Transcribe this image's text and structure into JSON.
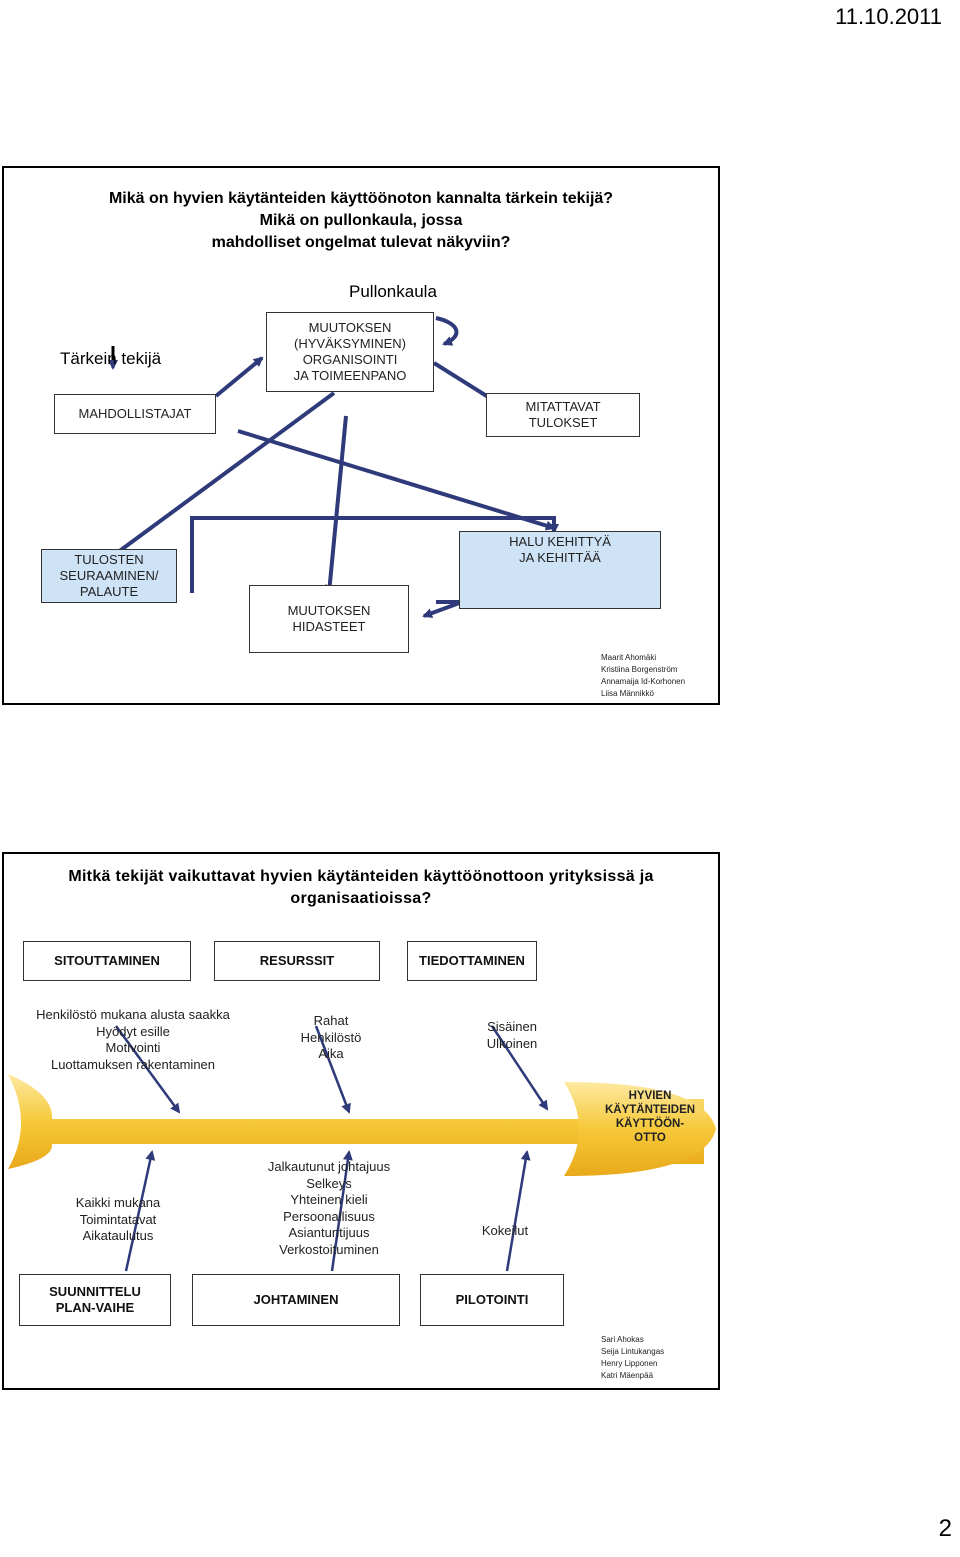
{
  "header": {
    "date": "11.10.2011"
  },
  "footer": {
    "page_number": "2"
  },
  "slide1": {
    "question": [
      "Mikä on hyvien käytänteiden käyttöönoton kannalta tärkein tekijä?",
      "Mikä on pullonkaula, jossa",
      "mahdolliset ongelmat tulevat näkyviin?"
    ],
    "pullonkaula": "Pullonkaula",
    "tarkein_tekija": "Tärkein tekijä",
    "boxes": {
      "mahdollistajat": "MAHDOLLISTAJAT",
      "muutoksen_organisointi": [
        "MUUTOKSEN",
        "(HYVÄKSYMINEN)",
        "ORGANISOINTI",
        "JA TOIMEENPANO"
      ],
      "mitattavat_tulokset": [
        "MITATTAVAT",
        "TULOKSET"
      ],
      "tulosten_seuraaminen": [
        "TULOSTEN",
        "SEURAAMINEN/",
        "PALAUTE"
      ],
      "muutoksen_hidasteet": [
        "MUUTOKSEN",
        "HIDASTEET"
      ],
      "halu_kehittya": [
        "HALU KEHITTYÄ",
        "JA KEHITTÄÄ"
      ]
    },
    "authors": [
      "Maarit Ahomäki",
      "Kristiina Borgenström",
      "Annamaija Id-Korhonen",
      "Liisa Männikkö"
    ]
  },
  "slide2": {
    "question": [
      "Mitkä tekijät vaikuttavat hyvien käytänteiden käyttöönottoon yrityksissä ja",
      "organisaatioissa?"
    ],
    "top_boxes": [
      "SITOUTTAMINEN",
      "RESURSSIT",
      "TIEDOTTAMINEN"
    ],
    "top_lists": [
      [
        "Henkilöstö mukana alusta saakka",
        "Hyödyt esille",
        "Motivointi",
        "Luottamuksen rakentaminen"
      ],
      [
        "Rahat",
        "Henkilöstö",
        "Aika"
      ],
      [
        "Sisäinen",
        "Ulkoinen"
      ]
    ],
    "fish_head": [
      "HYVIEN",
      "KÄYTÄNTEIDEN",
      "KÄYTTÖÖN-",
      "OTTO"
    ],
    "bottom_lists": [
      [
        "Kaikki mukana",
        "Toimintatavat",
        "Aikataulutus"
      ],
      [
        "Jalkautunut johtajuus",
        "Selkeys",
        "Yhteinen kieli",
        "Persoonallisuus",
        "Asiantuntijuus",
        "Verkostoituminen"
      ],
      [
        "Kokeilut"
      ]
    ],
    "bottom_boxes": [
      [
        "SUUNNITTELU",
        "PLAN-VAIHE"
      ],
      [
        "JOHTAMINEN"
      ],
      [
        "PILOTOINTI"
      ]
    ],
    "authors": [
      "Sari Ahokas",
      "Seija Lintukangas",
      "Henry Lipponen",
      "Katri Mäenpää"
    ]
  }
}
